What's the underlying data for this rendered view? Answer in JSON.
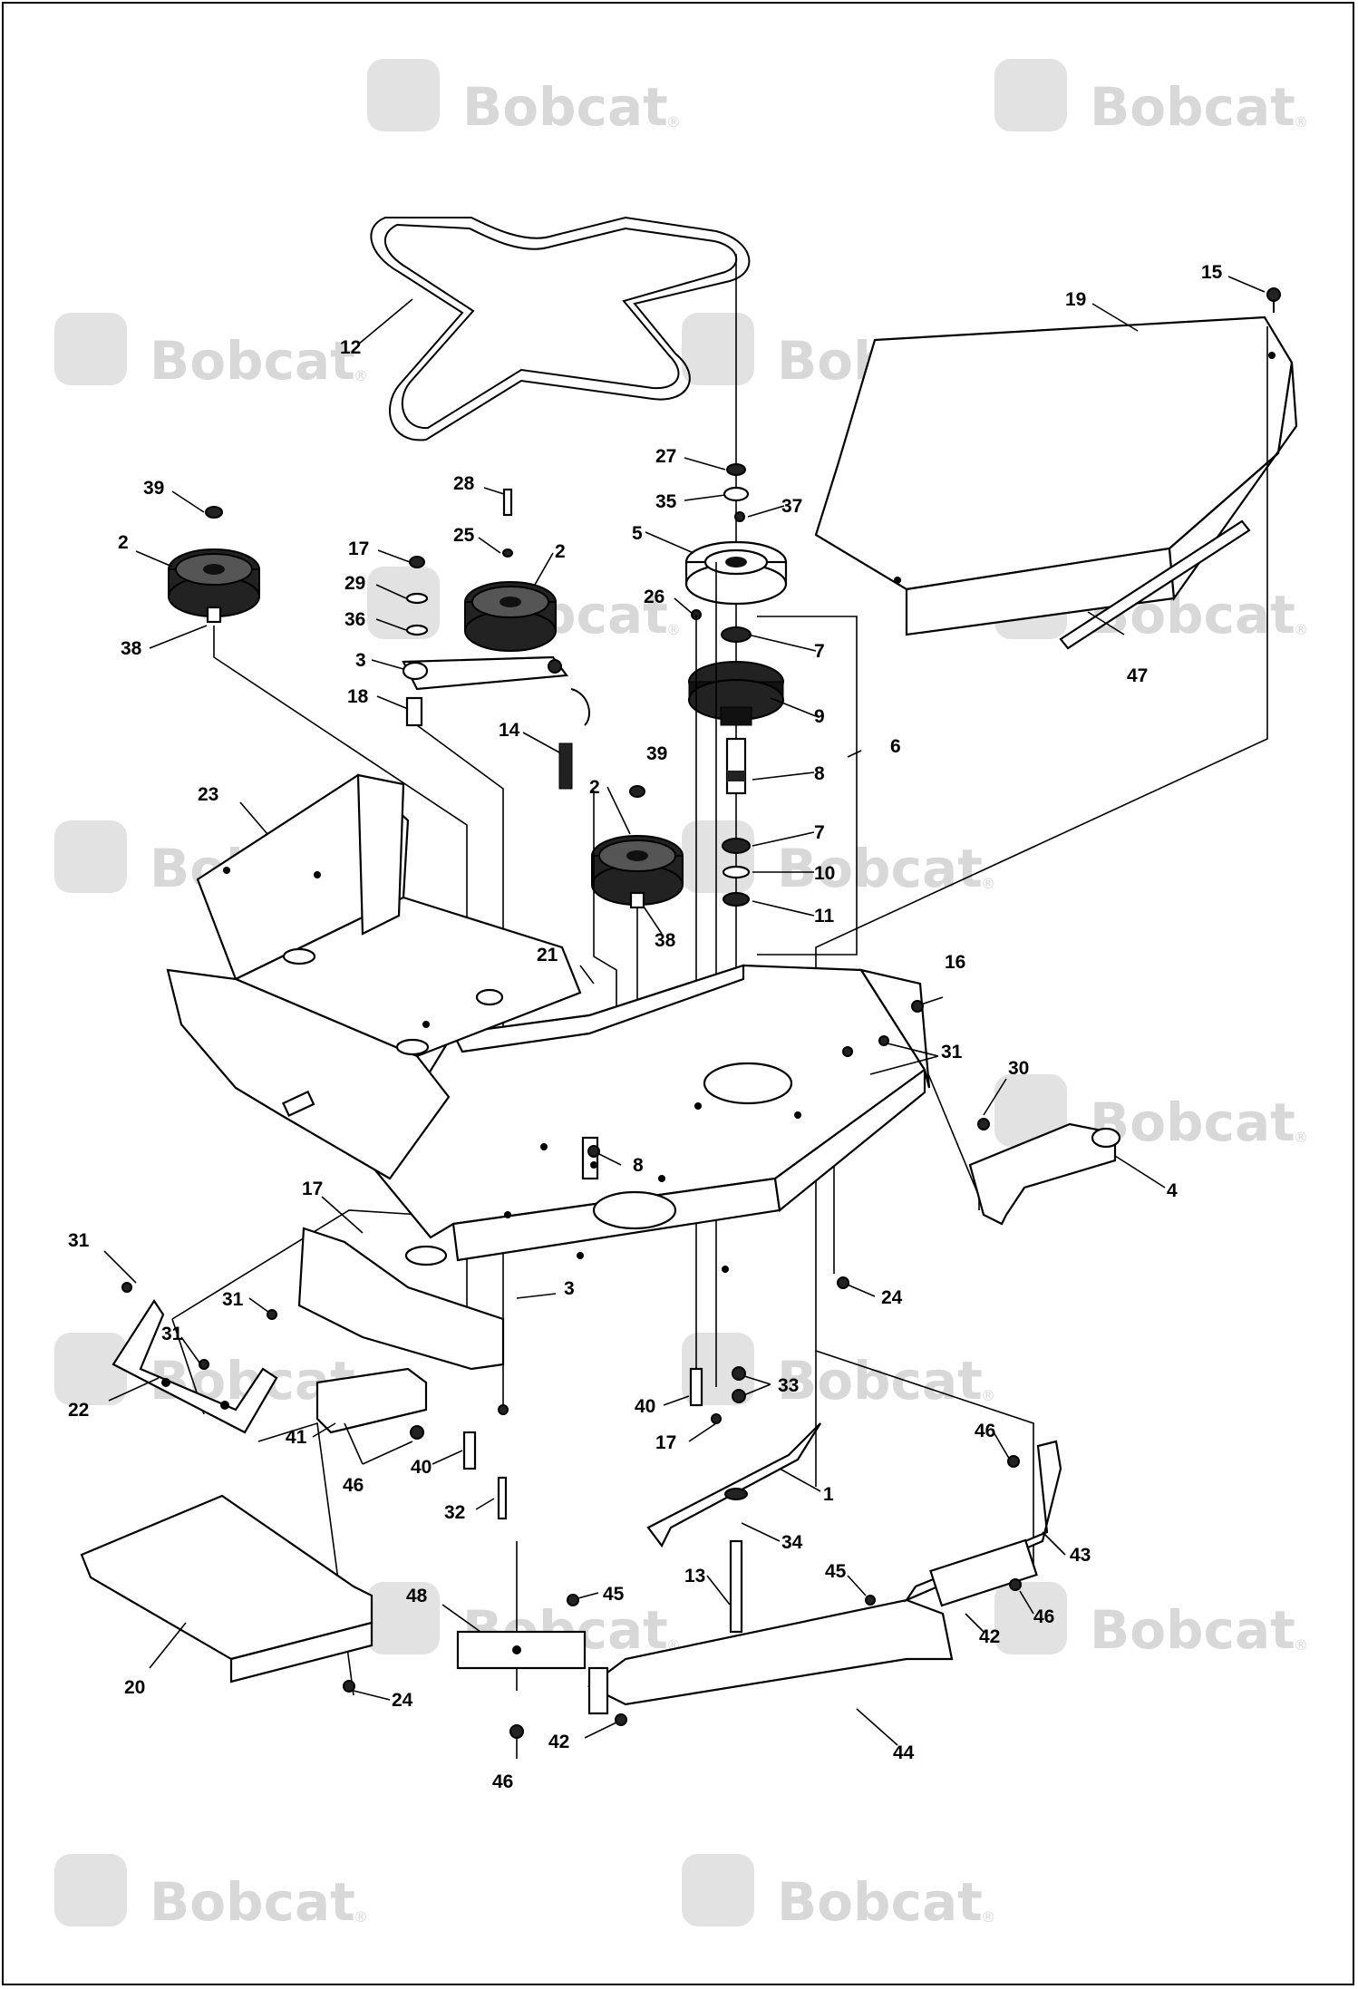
{
  "watermark": {
    "brand": "Bobcat",
    "mark": "®"
  },
  "callouts": [
    {
      "id": "c12",
      "text": "12"
    },
    {
      "id": "c15",
      "text": "15"
    },
    {
      "id": "c19",
      "text": "19"
    },
    {
      "id": "c27",
      "text": "27"
    },
    {
      "id": "c35",
      "text": "35"
    },
    {
      "id": "c37",
      "text": "37"
    },
    {
      "id": "c5",
      "text": "5"
    },
    {
      "id": "c26",
      "text": "26"
    },
    {
      "id": "c7a",
      "text": "7"
    },
    {
      "id": "c9",
      "text": "9"
    },
    {
      "id": "c8a",
      "text": "8"
    },
    {
      "id": "c7b",
      "text": "7"
    },
    {
      "id": "c10",
      "text": "10"
    },
    {
      "id": "c11",
      "text": "11"
    },
    {
      "id": "c6",
      "text": "6"
    },
    {
      "id": "c47",
      "text": "47"
    },
    {
      "id": "c39a",
      "text": "39"
    },
    {
      "id": "c2a",
      "text": "2"
    },
    {
      "id": "c38a",
      "text": "38"
    },
    {
      "id": "c28",
      "text": "28"
    },
    {
      "id": "c25",
      "text": "25"
    },
    {
      "id": "c2b",
      "text": "2"
    },
    {
      "id": "c17a",
      "text": "17"
    },
    {
      "id": "c29",
      "text": "29"
    },
    {
      "id": "c36",
      "text": "36"
    },
    {
      "id": "c3a",
      "text": "3"
    },
    {
      "id": "c18",
      "text": "18"
    },
    {
      "id": "c14",
      "text": "14"
    },
    {
      "id": "c39b",
      "text": "39"
    },
    {
      "id": "c2c",
      "text": "2"
    },
    {
      "id": "c38b",
      "text": "38"
    },
    {
      "id": "c23",
      "text": "23"
    },
    {
      "id": "c21",
      "text": "21"
    },
    {
      "id": "c16",
      "text": "16"
    },
    {
      "id": "c31a",
      "text": "31"
    },
    {
      "id": "c30",
      "text": "30"
    },
    {
      "id": "c4",
      "text": "4"
    },
    {
      "id": "c8b",
      "text": "8"
    },
    {
      "id": "c17b",
      "text": "17"
    },
    {
      "id": "c3b",
      "text": "3"
    },
    {
      "id": "c24a",
      "text": "24"
    },
    {
      "id": "c31b",
      "text": "31"
    },
    {
      "id": "c31c",
      "text": "31"
    },
    {
      "id": "c31d",
      "text": "31"
    },
    {
      "id": "c22",
      "text": "22"
    },
    {
      "id": "c41",
      "text": "41"
    },
    {
      "id": "c46a",
      "text": "46"
    },
    {
      "id": "c40a",
      "text": "40"
    },
    {
      "id": "c40b",
      "text": "40"
    },
    {
      "id": "c33",
      "text": "33"
    },
    {
      "id": "c17c",
      "text": "17"
    },
    {
      "id": "c46b",
      "text": "46"
    },
    {
      "id": "c1",
      "text": "1"
    },
    {
      "id": "c32",
      "text": "32"
    },
    {
      "id": "c34",
      "text": "34"
    },
    {
      "id": "c43",
      "text": "43"
    },
    {
      "id": "c13",
      "text": "13"
    },
    {
      "id": "c45a",
      "text": "45"
    },
    {
      "id": "c46c",
      "text": "46"
    },
    {
      "id": "c42a",
      "text": "42"
    },
    {
      "id": "c48",
      "text": "48"
    },
    {
      "id": "c45b",
      "text": "45"
    },
    {
      "id": "c20",
      "text": "20"
    },
    {
      "id": "c24b",
      "text": "24"
    },
    {
      "id": "c42b",
      "text": "42"
    },
    {
      "id": "c44",
      "text": "44"
    },
    {
      "id": "c46d",
      "text": "46"
    }
  ]
}
